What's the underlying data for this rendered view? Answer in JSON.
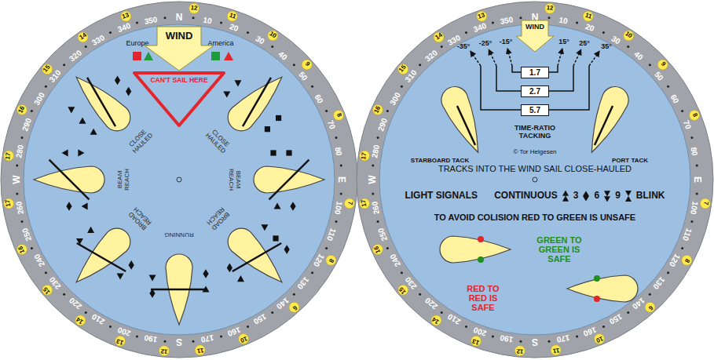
{
  "diagram": {
    "nodes": [
      {
        "text": [
          "WIND"
        ]
      },
      {
        "text": [
          "CAN'T SAIL HERE"
        ]
      },
      {
        "text": [
          "WIND"
        ]
      },
      {
        "text": [
          "1.7"
        ]
      },
      {
        "text": [
          "2.7"
        ]
      },
      {
        "text": [
          "5.7"
        ]
      }
    ],
    "labels": [
      "N",
      "10",
      "20",
      "30",
      "40",
      "50",
      "60",
      "70",
      "80",
      "E",
      "100",
      "110",
      "120",
      "130",
      "140",
      "150",
      "160",
      "170",
      "S",
      "190",
      "200",
      "210",
      "220",
      "230",
      "240",
      "250",
      "260",
      "W",
      "280",
      "290",
      "300",
      "310",
      "320",
      "330",
      "340",
      "350",
      "12",
      "11",
      "10",
      "9",
      "8",
      "7",
      "8",
      "6",
      "10",
      "11",
      "12",
      "13",
      "14",
      "15",
      "16",
      "17",
      "17",
      "16",
      "15",
      "14",
      "13",
      "N",
      "10",
      "20",
      "30",
      "40",
      "50",
      "60",
      "70",
      "80",
      "E",
      "100",
      "110",
      "120",
      "130",
      "140",
      "150",
      "160",
      "170",
      "S",
      "190",
      "200",
      "210",
      "220",
      "230",
      "240",
      "250",
      "260",
      "W",
      "280",
      "290",
      "300",
      "310",
      "320",
      "330",
      "340",
      "350",
      "12",
      "11",
      "10",
      "9",
      "8",
      "7",
      "8",
      "6",
      "10",
      "11",
      "12",
      "13",
      "14",
      "15",
      "16",
      "17",
      "17",
      "16",
      "15",
      "14",
      "13",
      "Europe",
      "America",
      "CLOSE HAULED",
      "CLOSE HAULED",
      "BEAM REACH",
      "BEAM REACH",
      "BROAD REACH",
      "BROAD REACH",
      "RUNNING",
      "-35°",
      "-25°",
      "-15°",
      "15°",
      "25°",
      "35°",
      "TIME-RATIO TACKING",
      "STARBOARD TACK",
      "PORT TACK",
      "© Tor Helgesen",
      "TRACKS INTO THE WIND SAIL CLOSE-HAULED",
      "LIGHT SIGNALS",
      "CONTINUOUS",
      "3",
      "6",
      "9",
      "BLINK",
      "TO AVOID COLISION RED TO GREEN IS UNSAFE",
      "GREEN TO GREEN IS SAFE",
      "RED TO RED IS SAFE"
    ]
  }
}
